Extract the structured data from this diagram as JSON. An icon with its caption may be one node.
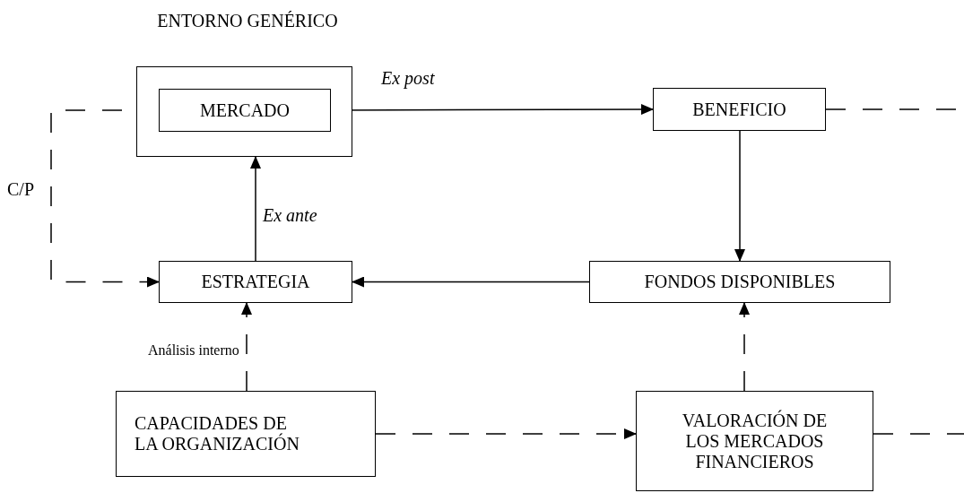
{
  "diagram": {
    "nodes": [
      {
        "text": [
          "ENTORNO GENÉRICO"
        ]
      },
      {
        "text": [
          "MERCADO"
        ],
        "in": 0
      },
      {
        "text": [
          "BENEFICIO"
        ]
      },
      {
        "text": [
          "ESTRATEGIA"
        ]
      },
      {
        "text": [
          "FONDOS DISPONIBLES"
        ]
      },
      {
        "text": [
          "CAPACIDADES DE LA ORGANIZACIÓN"
        ]
      },
      {
        "text": [
          "VALORACIÓN DE LOS MERCADOS FINANCIEROS"
        ]
      }
    ],
    "edges": [
      {
        "from": 1,
        "to": 2,
        "arrow": "to",
        "label": "Ex post"
      },
      {
        "from": 2,
        "to": 4,
        "arrow": "to"
      },
      {
        "from": 4,
        "to": 3,
        "arrow": "to"
      },
      {
        "from": 3,
        "to": 0,
        "arrow": "to",
        "label": "Ex ante"
      },
      {
        "from": 1,
        "to": 3,
        "arrow": "to",
        "style": "dashed",
        "label": "C/P"
      },
      {
        "from": 2,
        "to": null,
        "arrow": "none",
        "style": "dashed"
      },
      {
        "from": 5,
        "to": 3,
        "arrow": "to",
        "style": "dashed",
        "label": "Análisis interno"
      },
      {
        "from": 5,
        "to": 6,
        "arrow": "to",
        "style": "dashed"
      },
      {
        "from": 6,
        "to": 4,
        "arrow": "to",
        "style": "dashed"
      },
      {
        "from": 6,
        "to": null,
        "arrow": "none",
        "style": "dashed"
      }
    ]
  }
}
